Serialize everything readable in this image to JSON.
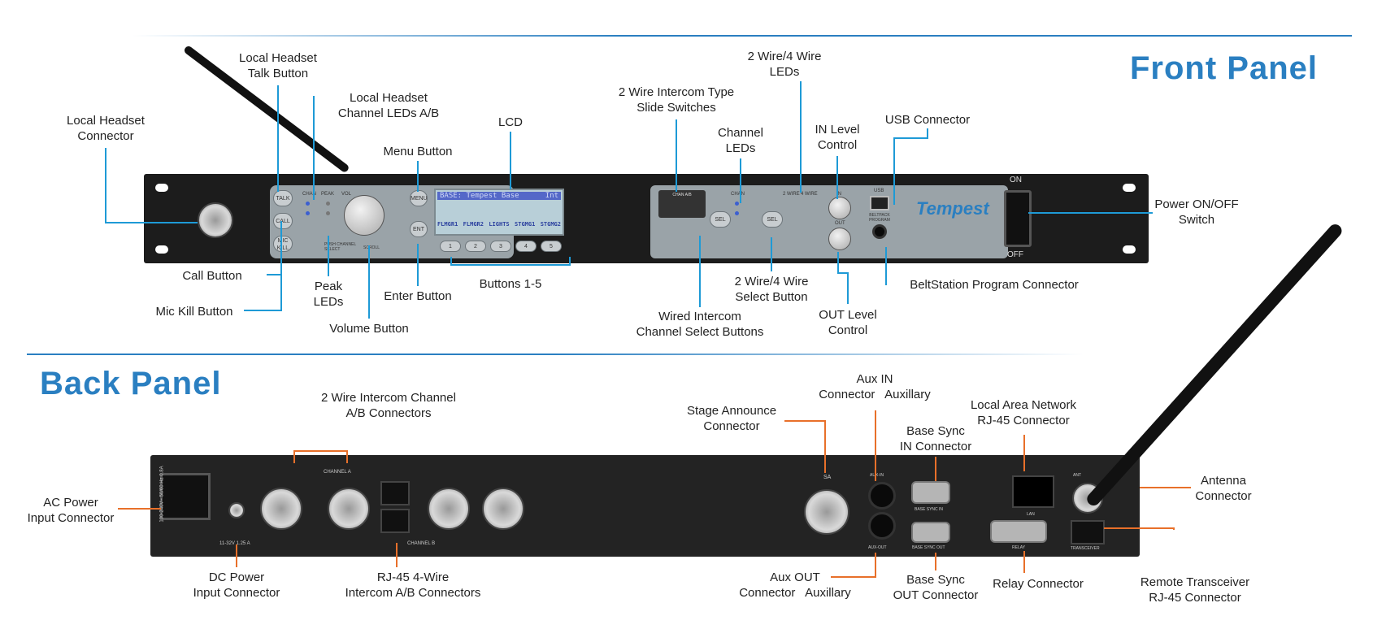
{
  "front": {
    "title": "Front Panel",
    "labels": {
      "talk": [
        "Local Headset",
        "Talk Button"
      ],
      "chanleds": [
        "Local Headset",
        "Channel LEDs A/B"
      ],
      "connector": [
        "Local Headset",
        "Connector"
      ],
      "lcd": [
        "LCD"
      ],
      "menu": [
        "Menu Button"
      ],
      "slide": [
        "2 Wire Intercom Type",
        "Slide Switches"
      ],
      "wireleds": [
        "2 Wire/4 Wire",
        "LEDs"
      ],
      "channelleds": [
        "Channel",
        "LEDs"
      ],
      "inlevel": [
        "IN Level",
        "Control"
      ],
      "usb": [
        "USB Connector"
      ],
      "power": [
        "Power ON/OFF",
        "Switch"
      ],
      "call": [
        "Call Button"
      ],
      "mickill": [
        "Mic Kill Button"
      ],
      "peak": [
        "Peak",
        "LEDs"
      ],
      "enter": [
        "Enter Button"
      ],
      "buttons": [
        "Buttons 1-5"
      ],
      "volume": [
        "Volume Button"
      ],
      "select": [
        "2 Wire/4 Wire",
        "Select Button"
      ],
      "wired": [
        "Wired Intercom",
        "Channel Select Buttons"
      ],
      "outlevel": [
        "OUT Level",
        "Control"
      ],
      "belt": [
        "BeltStation Program Connector"
      ]
    },
    "device": {
      "lcd_header": "BASE: Tempest Base",
      "lcd_mode": "Int",
      "lcd_channels": [
        "FLMGR1",
        "FLMGR2",
        "LIGHTS",
        "STGMG1",
        "STGMG2"
      ],
      "buttons": [
        "1",
        "2",
        "3",
        "4",
        "5"
      ],
      "talk": "TALK",
      "call": "CALL",
      "mic_kill": "MIC KILL",
      "menu": "MENU",
      "ent": "ENT",
      "chan": "CHAN",
      "peak": "PEAK",
      "vol": "VOL",
      "scroll": "SCROLL",
      "push": "PUSH CHANNEL SELECT",
      "sel": "SEL",
      "two_wire": "2 WIRE",
      "four_wire": "4 WIRE",
      "in": "IN",
      "out": "OUT",
      "usb": "USB",
      "beltpack": "BELTPACK PROGRAM",
      "logo": "Tempest",
      "on": "ON",
      "off": "OFF",
      "slide": "CHAN A/B"
    }
  },
  "back": {
    "title": "Back Panel",
    "labels": {
      "twowire": [
        "2 Wire Intercom Channel",
        "A/B Connectors"
      ],
      "stage": [
        "Stage Announce",
        "Connector"
      ],
      "auxin": [
        "Aux IN",
        "Connector   Auxillary"
      ],
      "lan": [
        "Local Area Network",
        "RJ-45 Connector"
      ],
      "syncin": [
        "Base Sync",
        "IN Connector"
      ],
      "antenna": [
        "Antenna",
        "Connector"
      ],
      "ac": [
        "AC Power",
        "Input Connector"
      ],
      "dc": [
        "DC Power",
        "Input Connector"
      ],
      "rj45": [
        "RJ-45 4-Wire",
        "Intercom A/B Connectors"
      ],
      "auxout": [
        "Aux OUT",
        "Connector   Auxillary"
      ],
      "syncout": [
        "Base Sync",
        "OUT Connector"
      ],
      "relay": [
        "Relay Connector"
      ],
      "transceiver": [
        "Remote Transceiver",
        "RJ-45 Connector"
      ]
    },
    "device": {
      "chan_a": "CHANNEL A",
      "chan_b": "CHANNEL B",
      "sa": "SA",
      "aux_in": "AUX-IN",
      "aux_out": "AUX-OUT",
      "sync_in": "BASE SYNC IN",
      "sync_out": "BASE SYNC OUT",
      "relay": "RELAY",
      "lan": "LAN",
      "ant": "ANT",
      "transceiver": "TRANSCEIVER",
      "ac_rating": "100-240V~ 50/60 Hz 0.8A",
      "dc_rating": "11-32V  1.25 A"
    }
  },
  "colors": {
    "title": "#2a7fc1",
    "front_leader": "#1e9ad6",
    "back_leader": "#e8702a"
  }
}
